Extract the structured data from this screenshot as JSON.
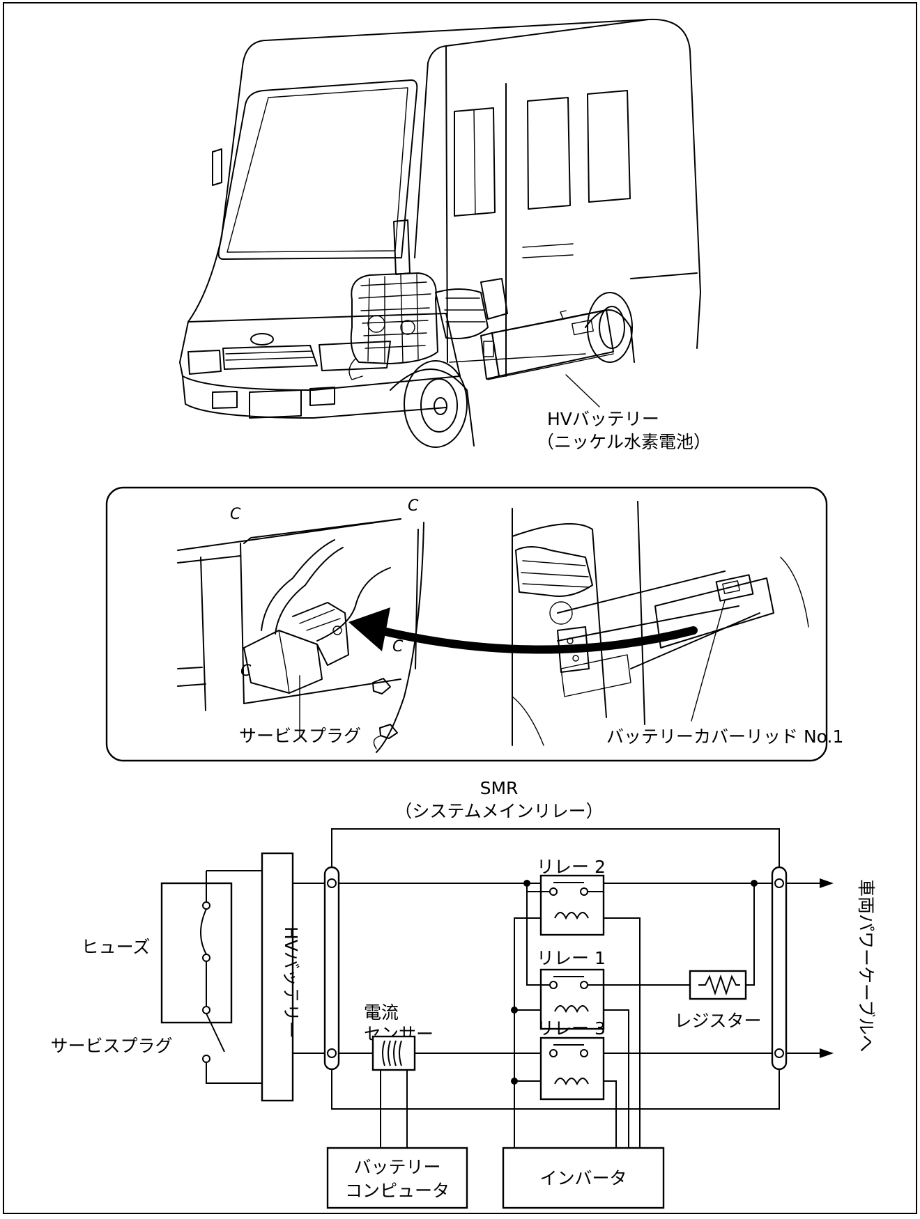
{
  "truck": {
    "hv_battery_label": "HVバッテリー",
    "hv_battery_sub": "（ニッケル水素電池）"
  },
  "detail": {
    "service_plug_label": "サービスプラグ",
    "cover_lid_label": "バッテリーカバーリッド No.1",
    "clip_mark": "C"
  },
  "circuit": {
    "smr_label": "SMR",
    "smr_sub": "（システムメインリレー）",
    "fuse_label": "ヒューズ",
    "service_plug_label": "サービスプラグ",
    "hv_battery_label": "HVバッテリー",
    "current_sensor_line1": "電流",
    "current_sensor_line2": "センサー",
    "relay2_label": "リレー 2",
    "relay1_label": "リレー 1",
    "relay3_label": "リレー 3",
    "resistor_label": "レジスター",
    "battery_computer_line1": "バッテリー",
    "battery_computer_line2": "コンピュータ",
    "inverter_label": "インバータ",
    "output_label": "車両パワーケーブルへ"
  }
}
